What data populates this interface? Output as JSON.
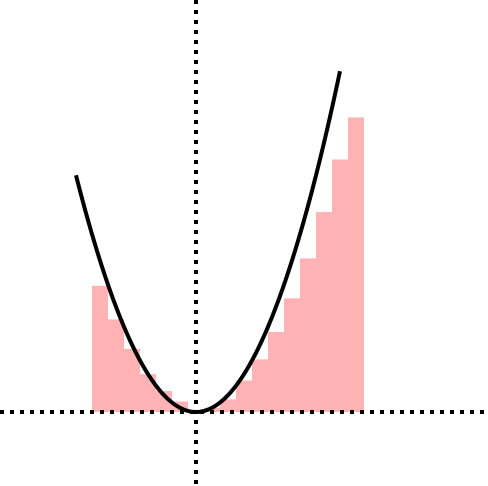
{
  "chart_data": {
    "type": "bar",
    "description_elements": [
      "riemann-rectangles",
      "parabola-curve",
      "dotted-axes"
    ],
    "function": "y = x^2",
    "x_range": [
      -5,
      5
    ],
    "y_range": [
      0,
      16
    ],
    "bar_width": 0.4,
    "bars": [
      {
        "x_left": -2.6,
        "height": 4.8
      },
      {
        "x_left": -2.2,
        "height": 3.52
      },
      {
        "x_left": -1.8,
        "height": 2.4
      },
      {
        "x_left": -1.4,
        "height": 1.44
      },
      {
        "x_left": -1.0,
        "height": 0.8
      },
      {
        "x_left": -0.6,
        "height": 0.4
      },
      {
        "x_left": -0.2,
        "height": 0.0
      },
      {
        "x_left": 0.2,
        "height": 0.16
      },
      {
        "x_left": 0.6,
        "height": 0.48
      },
      {
        "x_left": 1.0,
        "height": 1.2
      },
      {
        "x_left": 1.4,
        "height": 2.0
      },
      {
        "x_left": 1.8,
        "height": 3.04
      },
      {
        "x_left": 2.2,
        "height": 4.32
      },
      {
        "x_left": 2.6,
        "height": 5.84
      },
      {
        "x_left": 3.0,
        "height": 7.6
      },
      {
        "x_left": 3.4,
        "height": 9.6
      },
      {
        "x_left": 3.8,
        "height": 11.2
      }
    ],
    "curve": {
      "x_start": -3.0,
      "x_end": 3.6
    },
    "colors": {
      "bars": "#ffb3b5",
      "curve": "#000000",
      "axes": "#000000",
      "background": "#ffffff"
    },
    "grid": false,
    "axes_style": "dotted"
  }
}
